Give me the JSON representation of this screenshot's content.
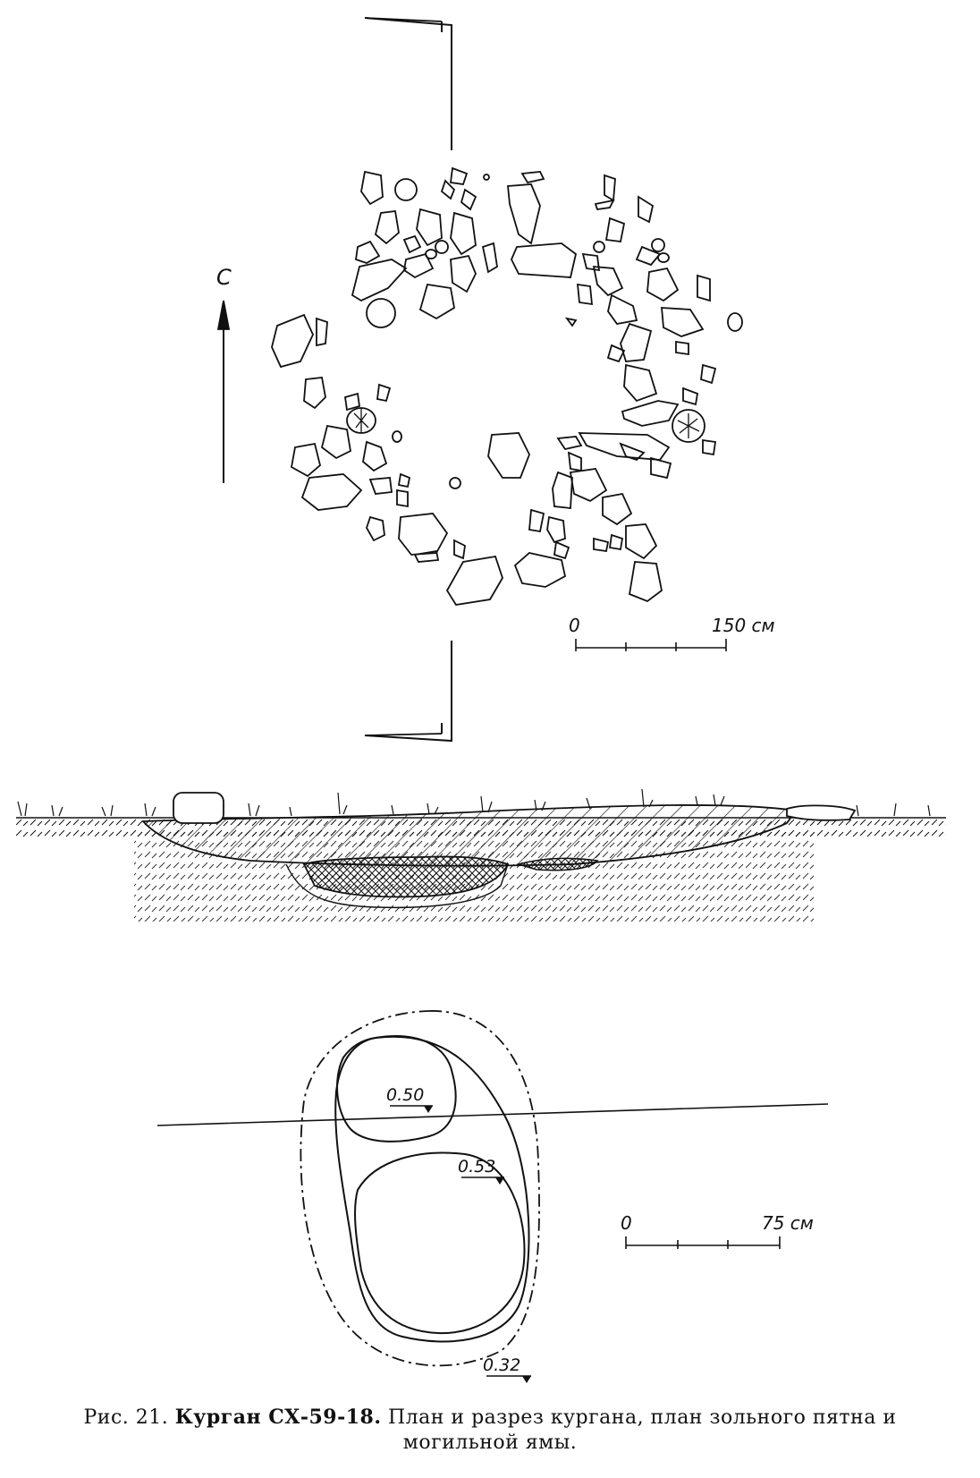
{
  "plan": {
    "north_label": "С",
    "scale": {
      "zero_label": "0",
      "end_label": "150 см"
    }
  },
  "pit": {
    "scale": {
      "zero_label": "0",
      "end_label": "75 см"
    },
    "depth_upper": "0.50",
    "depth_lower": "0.53",
    "depth_outer": "0.32"
  },
  "caption": {
    "prefix": "Рис. 21.",
    "title": "Курган СХ-59-18.",
    "text": "План и разрез кургана, план зольного пятна и могильной ямы."
  },
  "colors": {
    "ink": "#111111",
    "paper": "#ffffff"
  }
}
